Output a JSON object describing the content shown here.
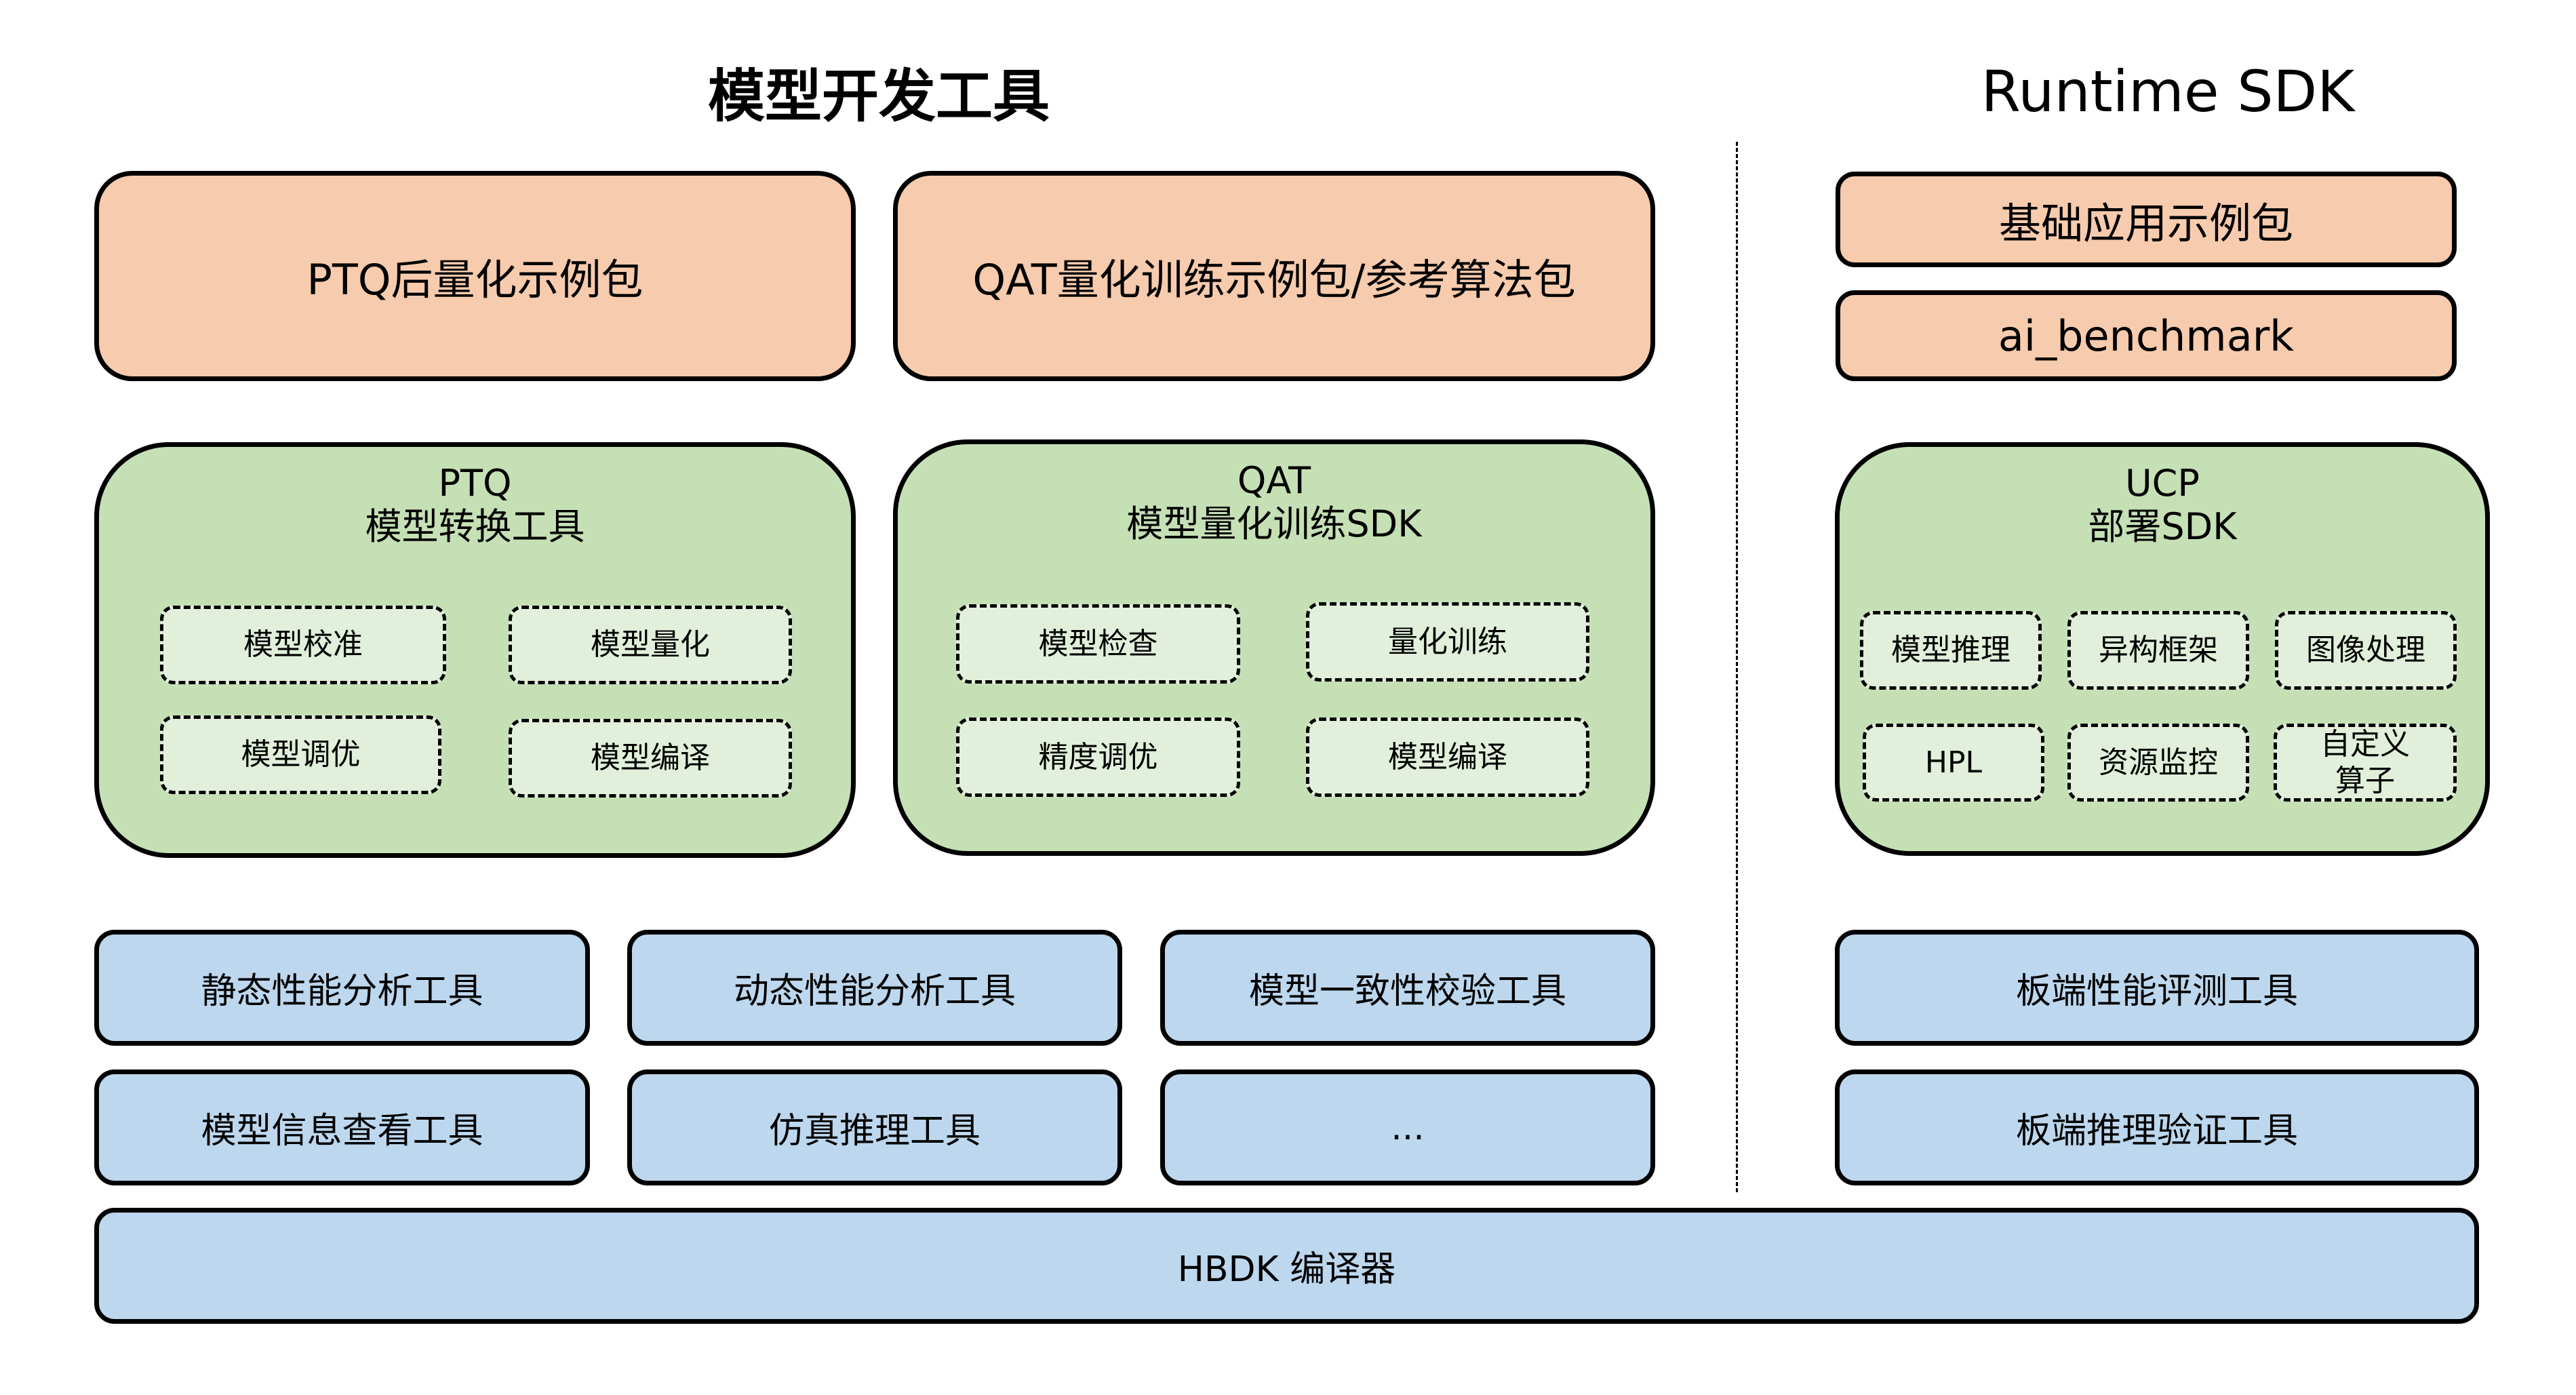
{
  "titles": {
    "left": "模型开发工具",
    "right": "Runtime SDK"
  },
  "colors": {
    "orange": "#f7cbad",
    "green": "#c5e0b5",
    "green_inner": "#e2efda",
    "blue": "#bdd7ee"
  },
  "orange_row": {
    "ptq_examples": "PTQ后量化示例包",
    "qat_examples": "QAT量化训练示例包/参考算法包",
    "basic_examples": "基础应用示例包",
    "ai_benchmark": "ai_benchmark"
  },
  "ptq_tool": {
    "title_line1": "PTQ",
    "title_line2": "模型转换工具",
    "items": [
      "模型校准",
      "模型量化",
      "模型调优",
      "模型编译"
    ]
  },
  "qat_sdk": {
    "title_line1": "QAT",
    "title_line2": "模型量化训练SDK",
    "items": [
      "模型检查",
      "量化训练",
      "精度调优",
      "模型编译"
    ]
  },
  "ucp_sdk": {
    "title_line1": "UCP",
    "title_line2": "部署SDK",
    "items": [
      "模型推理",
      "异构框架",
      "图像处理",
      "HPL",
      "资源监控",
      "自定义\n算子"
    ]
  },
  "tools_row1": [
    "静态性能分析工具",
    "动态性能分析工具",
    "模型一致性校验工具",
    "板端性能评测工具"
  ],
  "tools_row2": [
    "模型信息查看工具",
    "仿真推理工具",
    "...",
    "板端推理验证工具"
  ],
  "compiler": "HBDK 编译器"
}
